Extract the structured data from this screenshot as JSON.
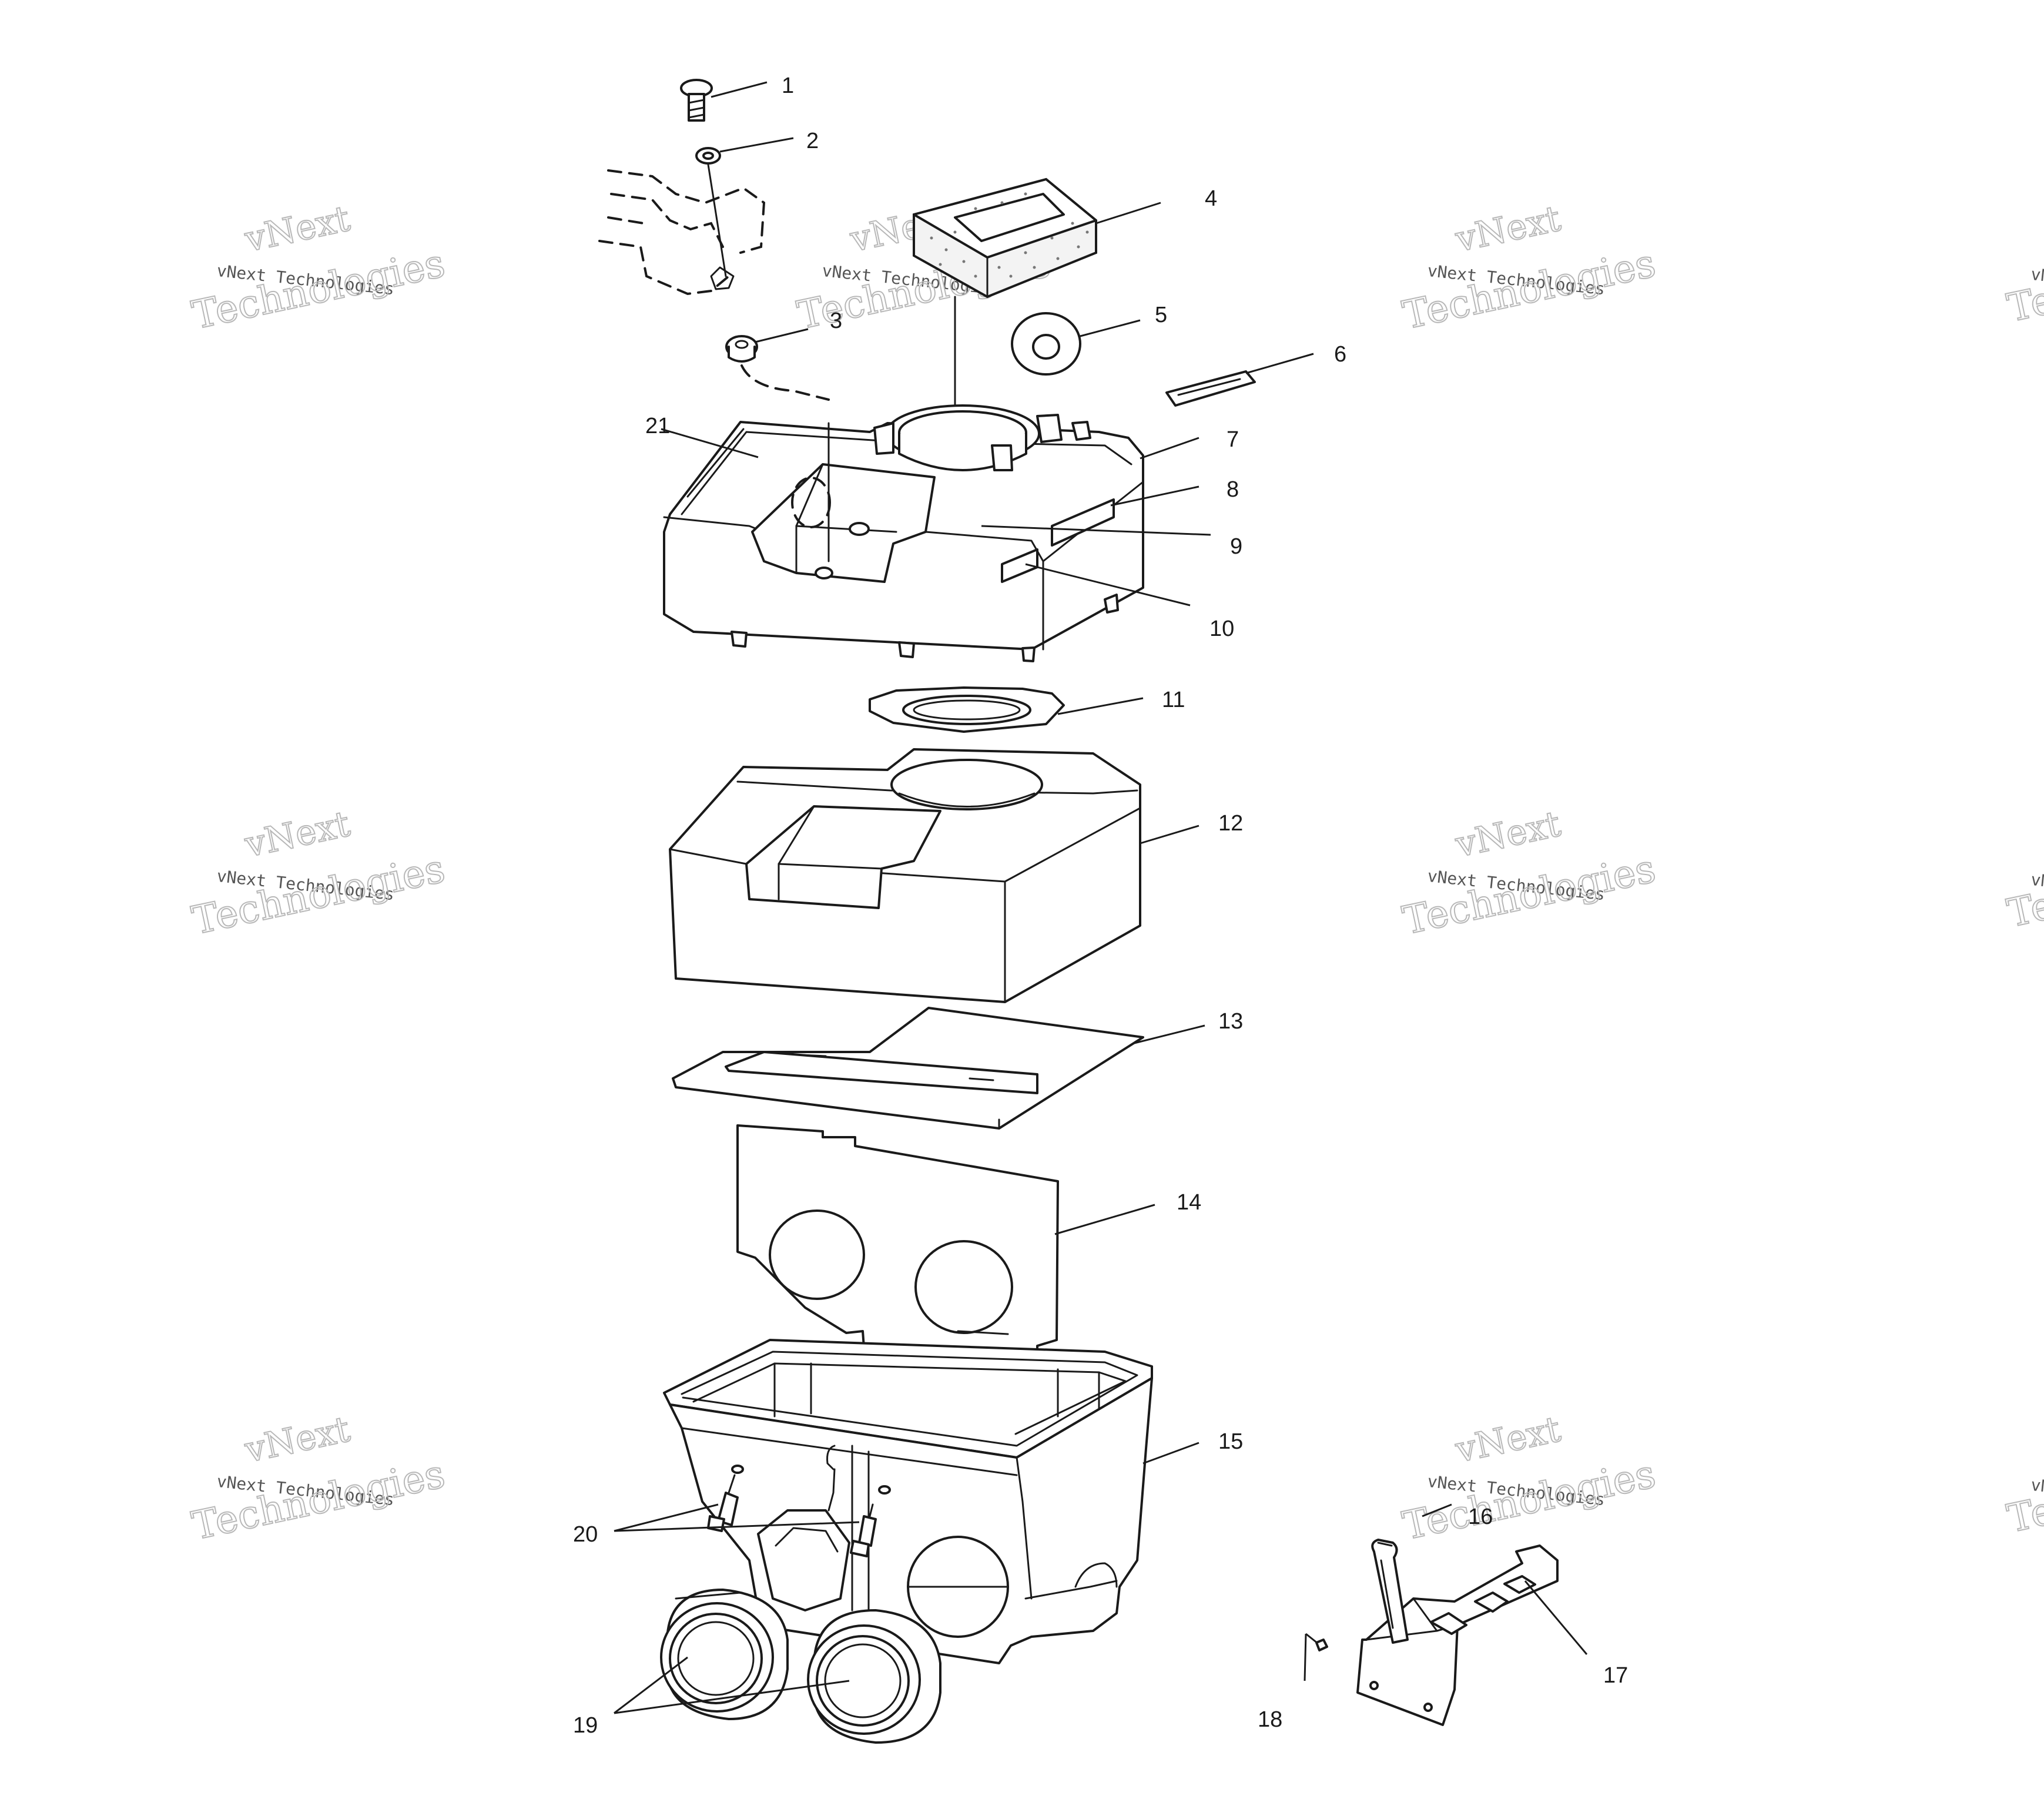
{
  "colors": {
    "line": "#1a1a1a",
    "background": "#ffffff",
    "watermark": "#b8b8b8"
  },
  "watermark": {
    "brand": "vNext",
    "company_line": "vNext Technologies",
    "technologies": "Technologies"
  },
  "callouts": {
    "c1": "1",
    "c2": "2",
    "c3": "3",
    "c4": "4",
    "c5": "5",
    "c6": "6",
    "c7": "7",
    "c8": "8",
    "c9": "9",
    "c10": "10",
    "c11": "11",
    "c12": "12",
    "c13": "13",
    "c14": "14",
    "c15": "15",
    "c16": "16",
    "c17": "17",
    "c18": "18",
    "c19": "19",
    "c20": "20",
    "c21": "21"
  }
}
